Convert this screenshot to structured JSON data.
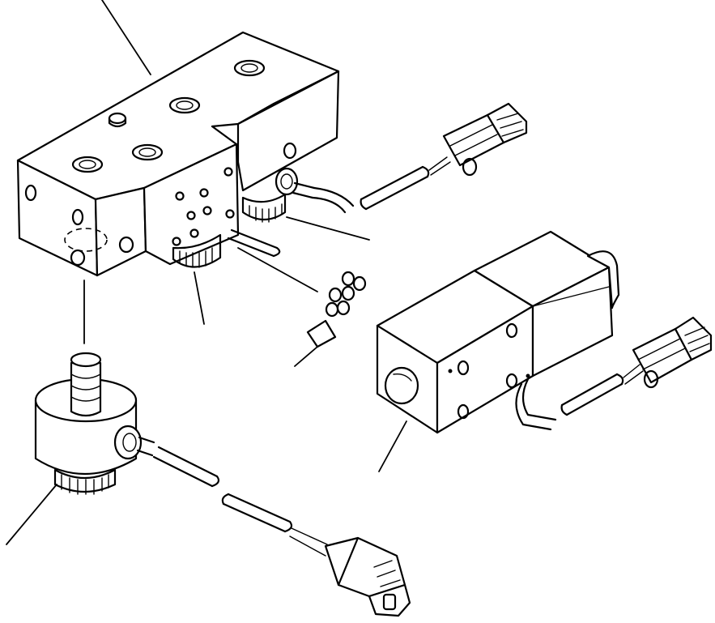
{
  "diagram": {
    "type": "exploded-parts-illustration",
    "line_color": "#000000",
    "background": "#ffffff",
    "parts": [
      "valve-block",
      "top-solenoid-connector",
      "sensor-valve",
      "lower-connector",
      "solenoid-valve-assembly",
      "right-connector",
      "o-ring-set"
    ]
  }
}
